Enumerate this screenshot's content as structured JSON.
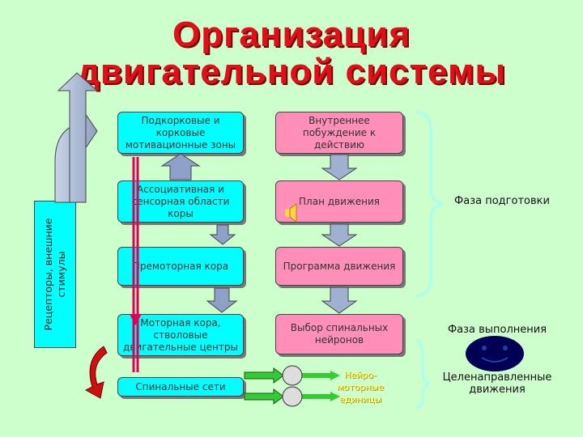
{
  "title": {
    "line1": "Организация",
    "line2": "двигательной  системы"
  },
  "left_column": [
    {
      "label": "Подкорковые и корковые мотивационные зоны"
    },
    {
      "label": "Ассоциативная и сенсорная области коры"
    },
    {
      "label": "Премоторная кора"
    },
    {
      "label": "Моторная кора, стволовые двигательные центры"
    },
    {
      "label": "Спинальные сети"
    }
  ],
  "right_column": [
    {
      "label": "Внутреннее побуждение к действию"
    },
    {
      "label": "План движения"
    },
    {
      "label": "Программа движения"
    },
    {
      "label": "Выбор спинальных нейронов"
    }
  ],
  "neuro_label": "Нейро- моторные единицы",
  "receptors_label": "Рецепторы, внешние стимулы",
  "phases": {
    "preparation": "Фаза подготовки",
    "execution": "Фаза выполнения",
    "result": "Целенаправленные движения"
  },
  "colors": {
    "title": "#e0101a",
    "left_box": "#00ffff",
    "right_box": "#ff8fb8",
    "background": "#ccffcc",
    "arrow_gray": "#a0b0d0",
    "highlight_line": "#e0005a"
  },
  "icons": [
    "speaker-icon",
    "smiley-face-icon"
  ]
}
